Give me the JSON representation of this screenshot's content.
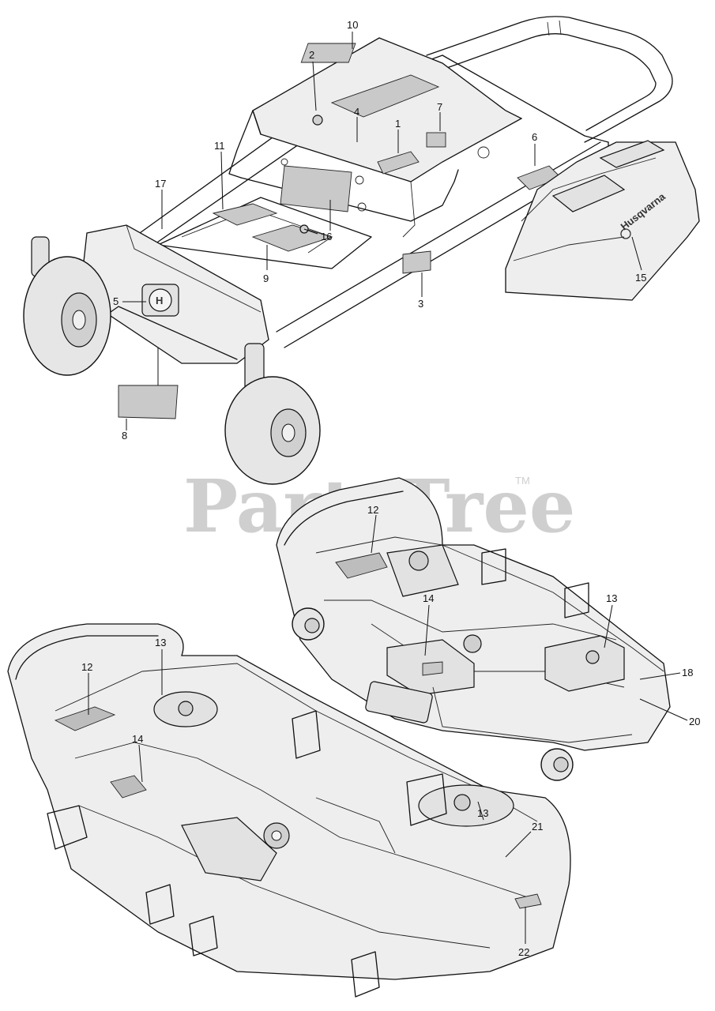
{
  "watermark": {
    "text": "PartsTree",
    "trademark": "TM"
  },
  "brand": {
    "wordmark": "Husqvarna"
  },
  "callouts": {
    "c1": "1",
    "c2": "2",
    "c3": "3",
    "c4": "4",
    "c5": "5",
    "c6": "6",
    "c7": "7",
    "c8": "8",
    "c9": "9",
    "c10": "10",
    "c11": "11",
    "c12a": "12",
    "c12b": "12",
    "c13a": "13",
    "c13b": "13",
    "c13c": "13",
    "c14a": "14",
    "c14b": "14",
    "c15": "15",
    "c16": "16",
    "c17": "17",
    "c18": "18",
    "c20": "20",
    "c21": "21",
    "c22": "22"
  },
  "icons": {
    "brand_logo": "husqvarna-crown-h-icon"
  }
}
